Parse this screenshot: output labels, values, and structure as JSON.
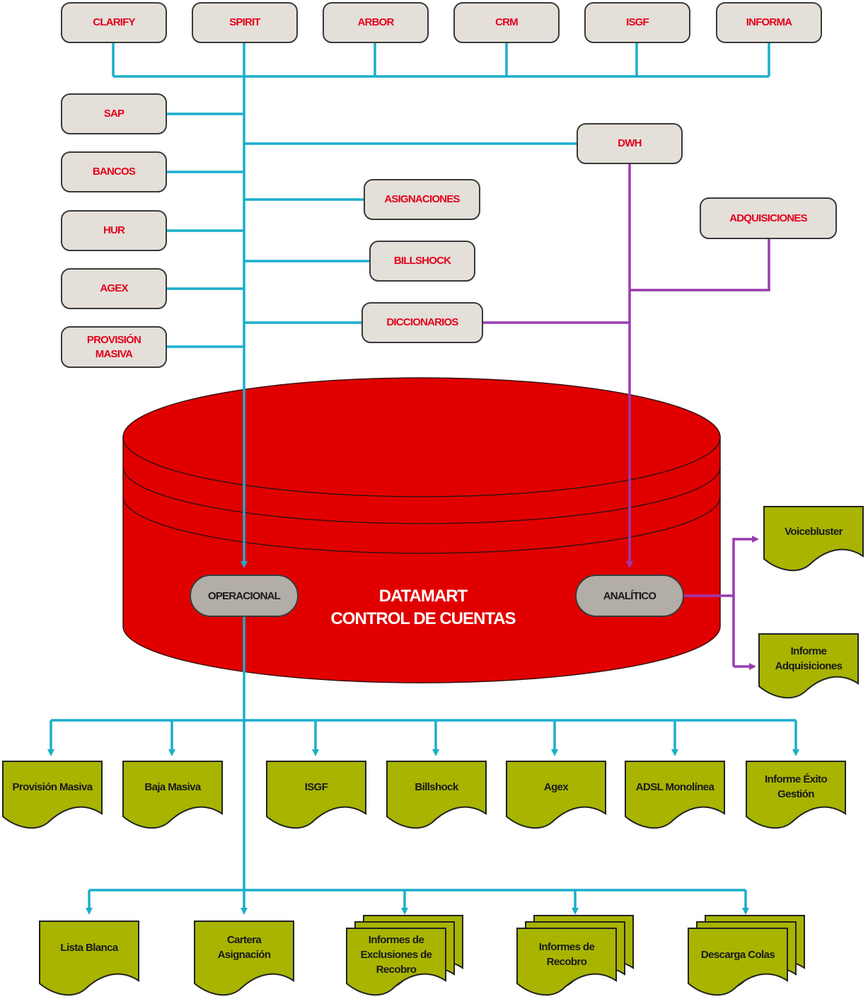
{
  "sources": {
    "clarify": "CLARIFY",
    "spirit": "SPIRIT",
    "arbor": "ARBOR",
    "crm": "CRM",
    "isgf": "ISGF",
    "informa": "INFORMA",
    "sap": "SAP",
    "bancos": "BANCOS",
    "hur": "HUR",
    "agex": "AGEX",
    "provision_line1": "PROVISIÓN",
    "provision_line2": "MASIVA",
    "dwh": "DWH",
    "asignaciones": "ASIGNACIONES",
    "billshock": "BILLSHOCK",
    "diccionarios": "DICCIONARIOS",
    "adquisiciones": "ADQUISICIONES"
  },
  "datamart": {
    "title_line1": "DATAMART",
    "title_line2": "CONTROL DE CUENTAS",
    "operacional": "OPERACIONAL",
    "analitico": "ANALÍTICO"
  },
  "analytic_reports": {
    "voicebluster": "Voicebluster",
    "informe_adquisiciones": "Informe\nAdquisiciones"
  },
  "operational_reports": {
    "provision_masiva": "Provisión Masiva",
    "baja_masiva": "Baja Masiva",
    "isgf": "ISGF",
    "billshock": "Billshock",
    "agex": "Agex",
    "adsl": "ADSL Monolínea",
    "informe_exito": "Informe Éxito\nGestión"
  },
  "bottom_reports": {
    "lista_blanca": "Lista Blanca",
    "cartera": "Cartera\nAsignación",
    "exclusiones": "Informes de\nExclusiones de\nRecobro",
    "recobro": "Informes de\nRecobro",
    "descarga": "Descarga Colas"
  },
  "colors": {
    "source_fill": "#e4dfd9",
    "source_text": "#e3001b",
    "db_red": "#e10000",
    "pill_fill": "#b3ada8",
    "report_fill": "#a8b400",
    "cyan_line": "#1aaecb",
    "purple_line": "#9b3bb0"
  }
}
